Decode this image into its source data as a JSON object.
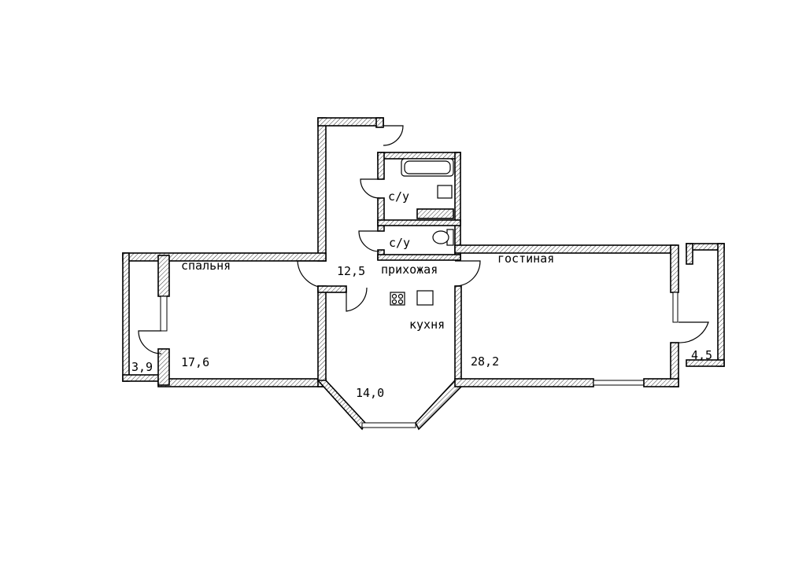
{
  "rooms": {
    "bedroom": {
      "name": "спальня",
      "area": "17,6"
    },
    "balcony_left": {
      "area": "3,9"
    },
    "hallway": {
      "name": "прихожая",
      "area": "12,5"
    },
    "bathroom": {
      "name": "с/у"
    },
    "toilet": {
      "name": "с/у"
    },
    "kitchen": {
      "name": "кухня",
      "area": "14,0"
    },
    "living_room": {
      "name": "гостиная",
      "area": "28,2"
    },
    "balcony_right": {
      "area": "4,5"
    }
  }
}
